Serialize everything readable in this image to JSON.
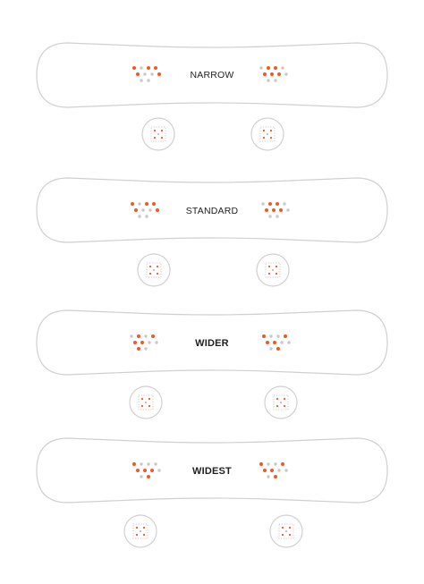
{
  "colors": {
    "outline": "#d0d0d0",
    "board_fill": "#ffffff",
    "active_insert": "#ee5a24",
    "inactive_insert": "#c8c8c8",
    "label": "#1e1e1e",
    "disc_detail": "#bdbdbd"
  },
  "boards": [
    {
      "label": "NARROW",
      "stance": "narrow",
      "front_inserts_active": [
        0,
        2,
        3,
        4,
        7
      ],
      "rear_inserts_active": [
        1,
        2,
        4,
        5,
        6
      ]
    },
    {
      "label": "STANDARD",
      "stance": "standard",
      "front_inserts_active": [
        0,
        2,
        3,
        4,
        7
      ],
      "rear_inserts_active": [
        1,
        2,
        4,
        5,
        6
      ]
    },
    {
      "label": "WIDER",
      "stance": "wider",
      "front_inserts_active": [
        1,
        3,
        4,
        5,
        8
      ],
      "rear_inserts_active": [
        0,
        3,
        4,
        5,
        9
      ]
    },
    {
      "label": "WIDEST",
      "stance": "widest",
      "front_inserts_active": [
        0,
        4,
        5,
        6,
        9
      ],
      "rear_inserts_active": [
        0,
        3,
        4,
        5,
        9
      ]
    }
  ]
}
